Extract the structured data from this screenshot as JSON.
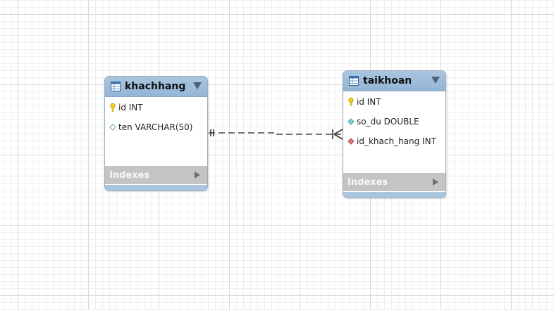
{
  "tables": [
    {
      "name": "khachhang",
      "columns": [
        {
          "text": "id INT",
          "kind": "primary-key"
        },
        {
          "text": "ten VARCHAR(50)",
          "kind": "column"
        }
      ],
      "indexes_label": "Indexes"
    },
    {
      "name": "taikhoan",
      "columns": [
        {
          "text": "id INT",
          "kind": "primary-key"
        },
        {
          "text": "so_du DOUBLE",
          "kind": "column"
        },
        {
          "text": "id_khach_hang INT",
          "kind": "foreign-key"
        }
      ],
      "indexes_label": "Indexes"
    }
  ],
  "relationship": {
    "from": "khachhang",
    "to": "taikhoan",
    "from_cardinality": "one-and-only-one",
    "to_cardinality": "one-or-many",
    "line_style": "dashed"
  },
  "colors": {
    "header": "#a9c5e0",
    "indexes_bar": "#c4c4c4",
    "primary_key_icon": "#f5d020",
    "column_icon": "#7fd3d3",
    "foreign_key_icon": "#e07a7a"
  }
}
